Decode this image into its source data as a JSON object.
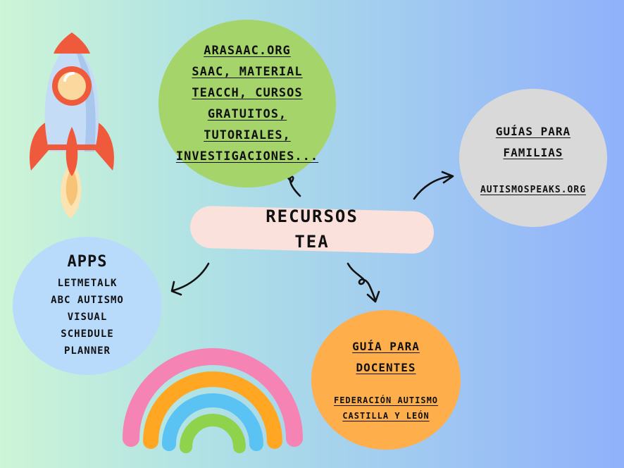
{
  "center": {
    "line1": "RECURSOS",
    "line2": "TEA"
  },
  "arasaac": {
    "lines": [
      "ARASAAC.ORG",
      "SAAC, MATERIAL",
      "TEACCH, CURSOS",
      "GRATUITOS,",
      "TUTORIALES,",
      "INVESTIGACIONES..."
    ]
  },
  "familias": {
    "title1": "GUÍAS PARA",
    "title2": "FAMILIAS",
    "link": "AUTISMOSPEAKS.ORG"
  },
  "apps": {
    "title": "APPS",
    "items": [
      "LETMETALK",
      "ABC AUTISMO",
      "VISUAL",
      "SCHEDULE",
      "PLANNER"
    ]
  },
  "docentes": {
    "title1": "GUÍA PARA",
    "title2": "DOCENTES",
    "link1": "FEDERACIÓN AUTISMO",
    "link2": "CASTILLA Y LEÓN"
  },
  "colors": {
    "green": "#a5d46a",
    "grey": "#d9d9d9",
    "blue": "#b8dafb",
    "orange": "#ffae4c",
    "pill": "#fbe1dc",
    "rainbow": [
      "#f583b4",
      "#ffa722",
      "#5bc2f4",
      "#8fd24b"
    ]
  },
  "icons": [
    "rocket-icon",
    "rainbow-icon"
  ]
}
